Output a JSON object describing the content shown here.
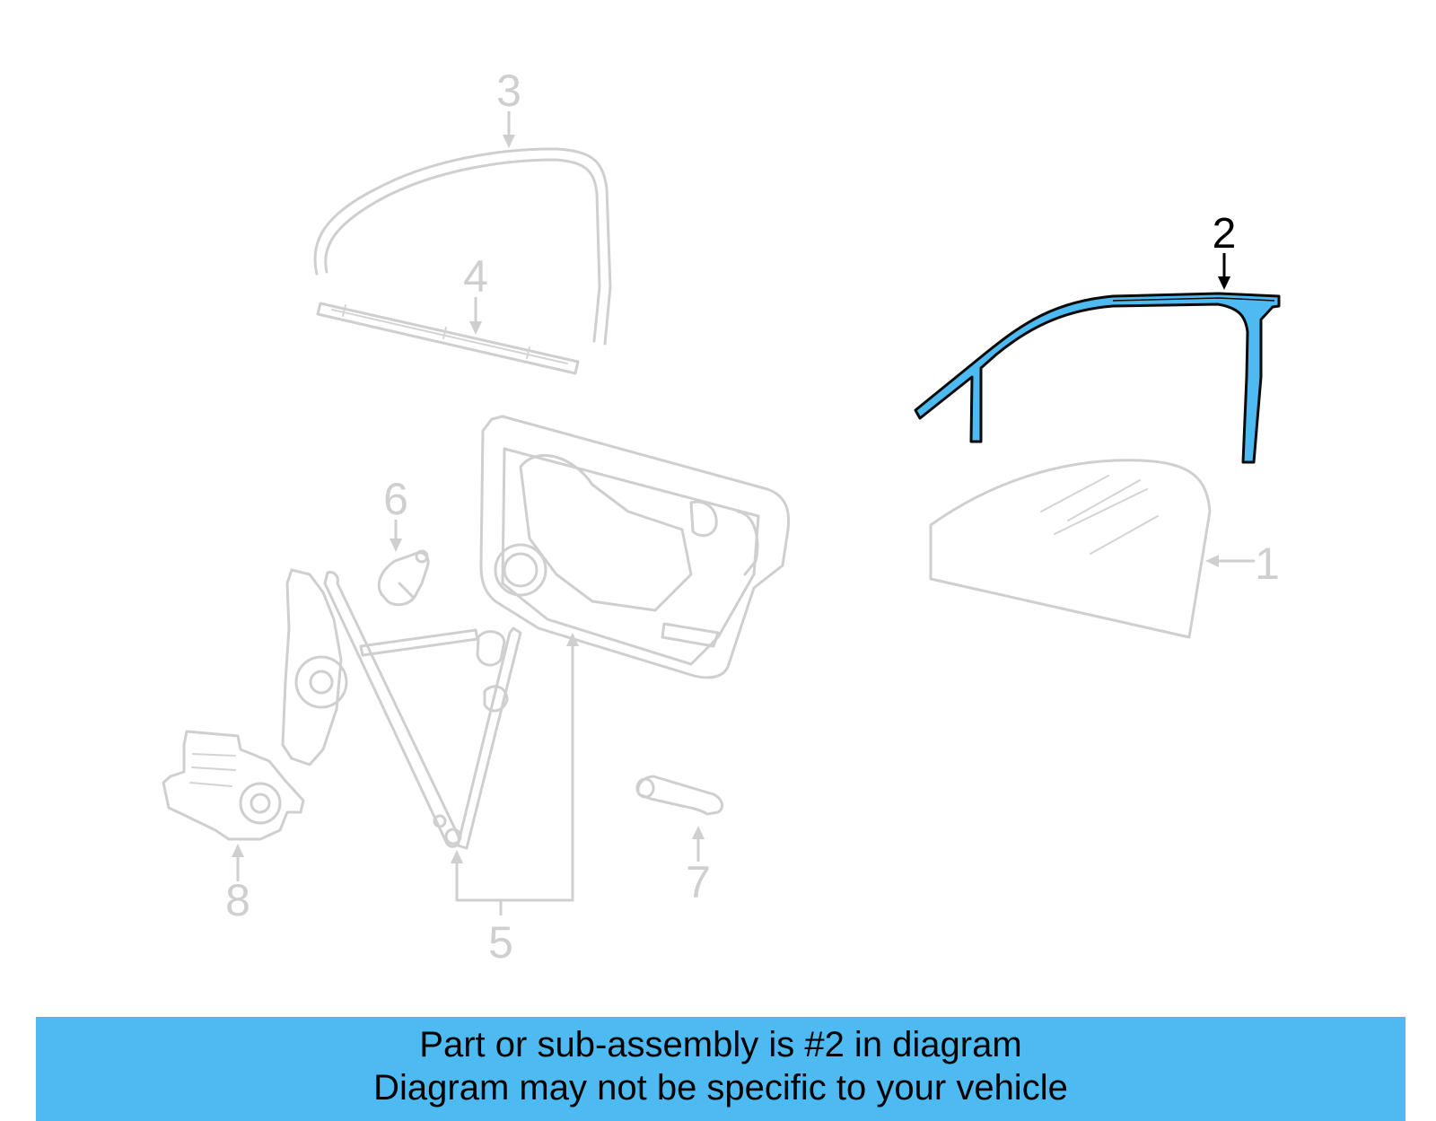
{
  "diagram": {
    "callouts": [
      {
        "number": "1",
        "highlighted": false
      },
      {
        "number": "2",
        "highlighted": true
      },
      {
        "number": "3",
        "highlighted": false
      },
      {
        "number": "4",
        "highlighted": false
      },
      {
        "number": "5",
        "highlighted": false
      },
      {
        "number": "6",
        "highlighted": false
      },
      {
        "number": "7",
        "highlighted": false
      },
      {
        "number": "8",
        "highlighted": false
      }
    ],
    "highlight_color": "#4dbbf2",
    "ghost_color": "#cfcfcf"
  },
  "banner": {
    "line1": "Part or sub-assembly is #2 in diagram",
    "line2": "Diagram may not be specific to your vehicle",
    "background": "#4dbbf2"
  }
}
